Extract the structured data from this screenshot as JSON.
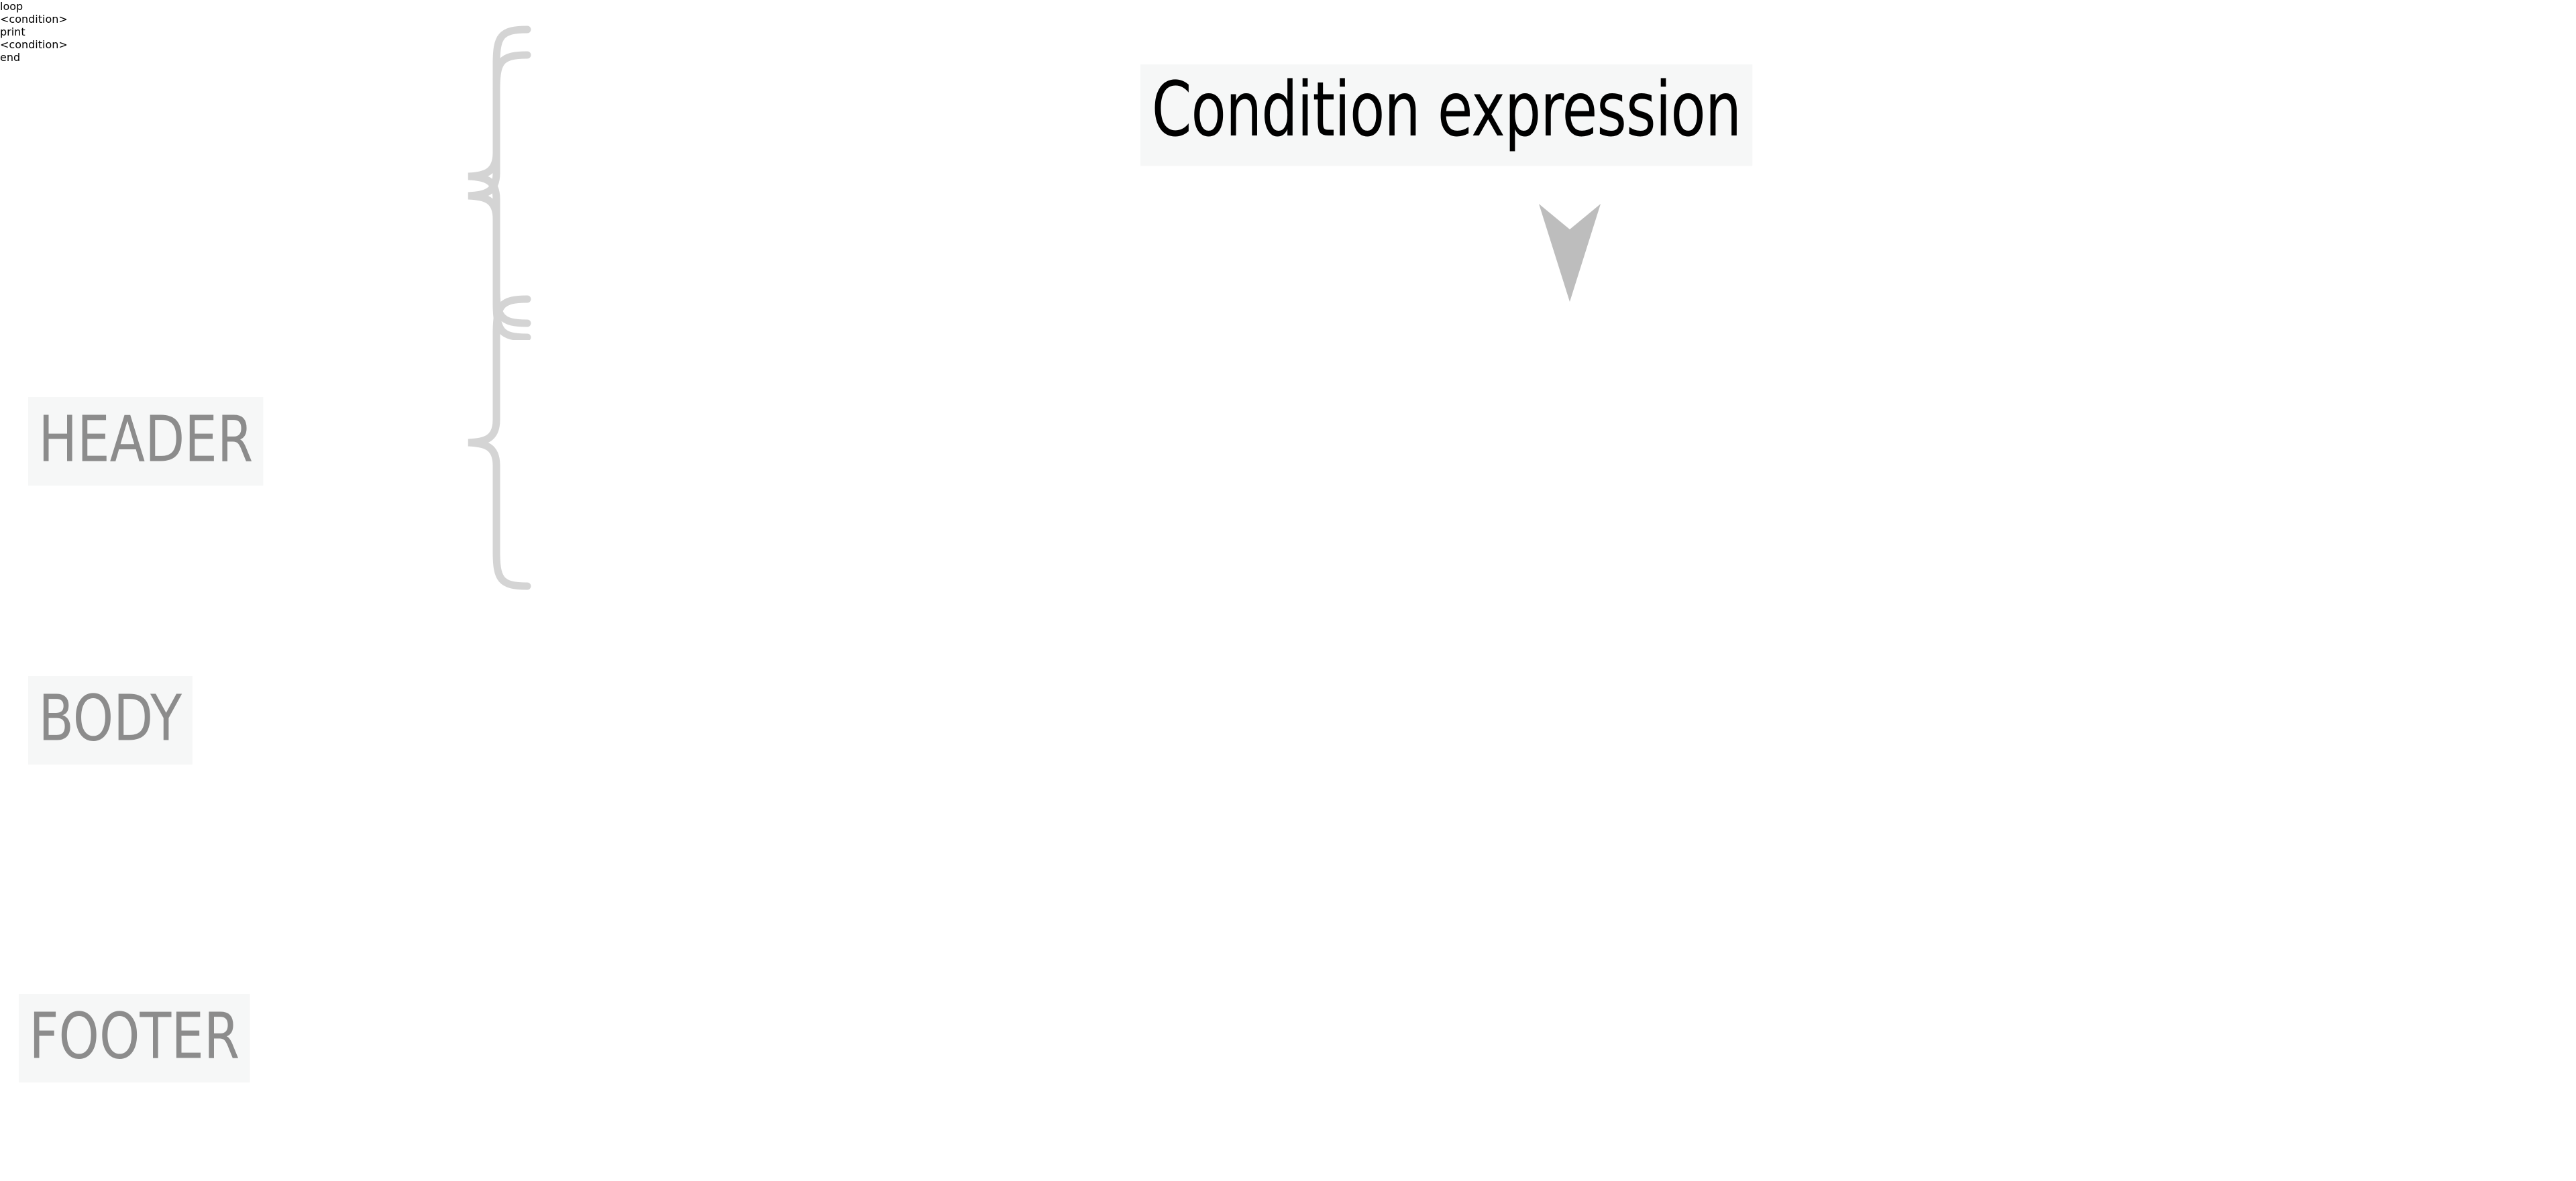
{
  "diagram": {
    "title_annotation": "Condition expression",
    "background_color": "#ffffff",
    "keyword_box_fill": "#e2d5e9",
    "keyword_box_border": "#9a6fa8",
    "expression_box_fill": "#d9e6f8",
    "expression_box_border": "#5b8ac6",
    "brace_color": "#d4d4d4",
    "arrow_color": "#bdbdbd",
    "label_color": "#8c8c8c",
    "label_highlight": "#f6f7f7"
  },
  "annotation": {
    "label": "Condition expression",
    "arrow_icon": "arrow-down-icon",
    "points_to": "header-condition-box"
  },
  "rows": [
    {
      "section": "HEADER",
      "brace_icon": "curly-brace-icon",
      "boxes": [
        {
          "text": "loop",
          "kind": "keyword"
        },
        {
          "text": "<condition>",
          "kind": "expression"
        }
      ]
    },
    {
      "section": "BODY",
      "brace_icon": "curly-brace-icon",
      "boxes": [
        {
          "text": "print",
          "kind": "keyword"
        },
        {
          "text": "<condition>",
          "kind": "expression"
        }
      ]
    },
    {
      "section": "FOOTER",
      "brace_icon": "curly-brace-icon",
      "boxes": [
        {
          "text": "end",
          "kind": "keyword"
        }
      ]
    }
  ]
}
